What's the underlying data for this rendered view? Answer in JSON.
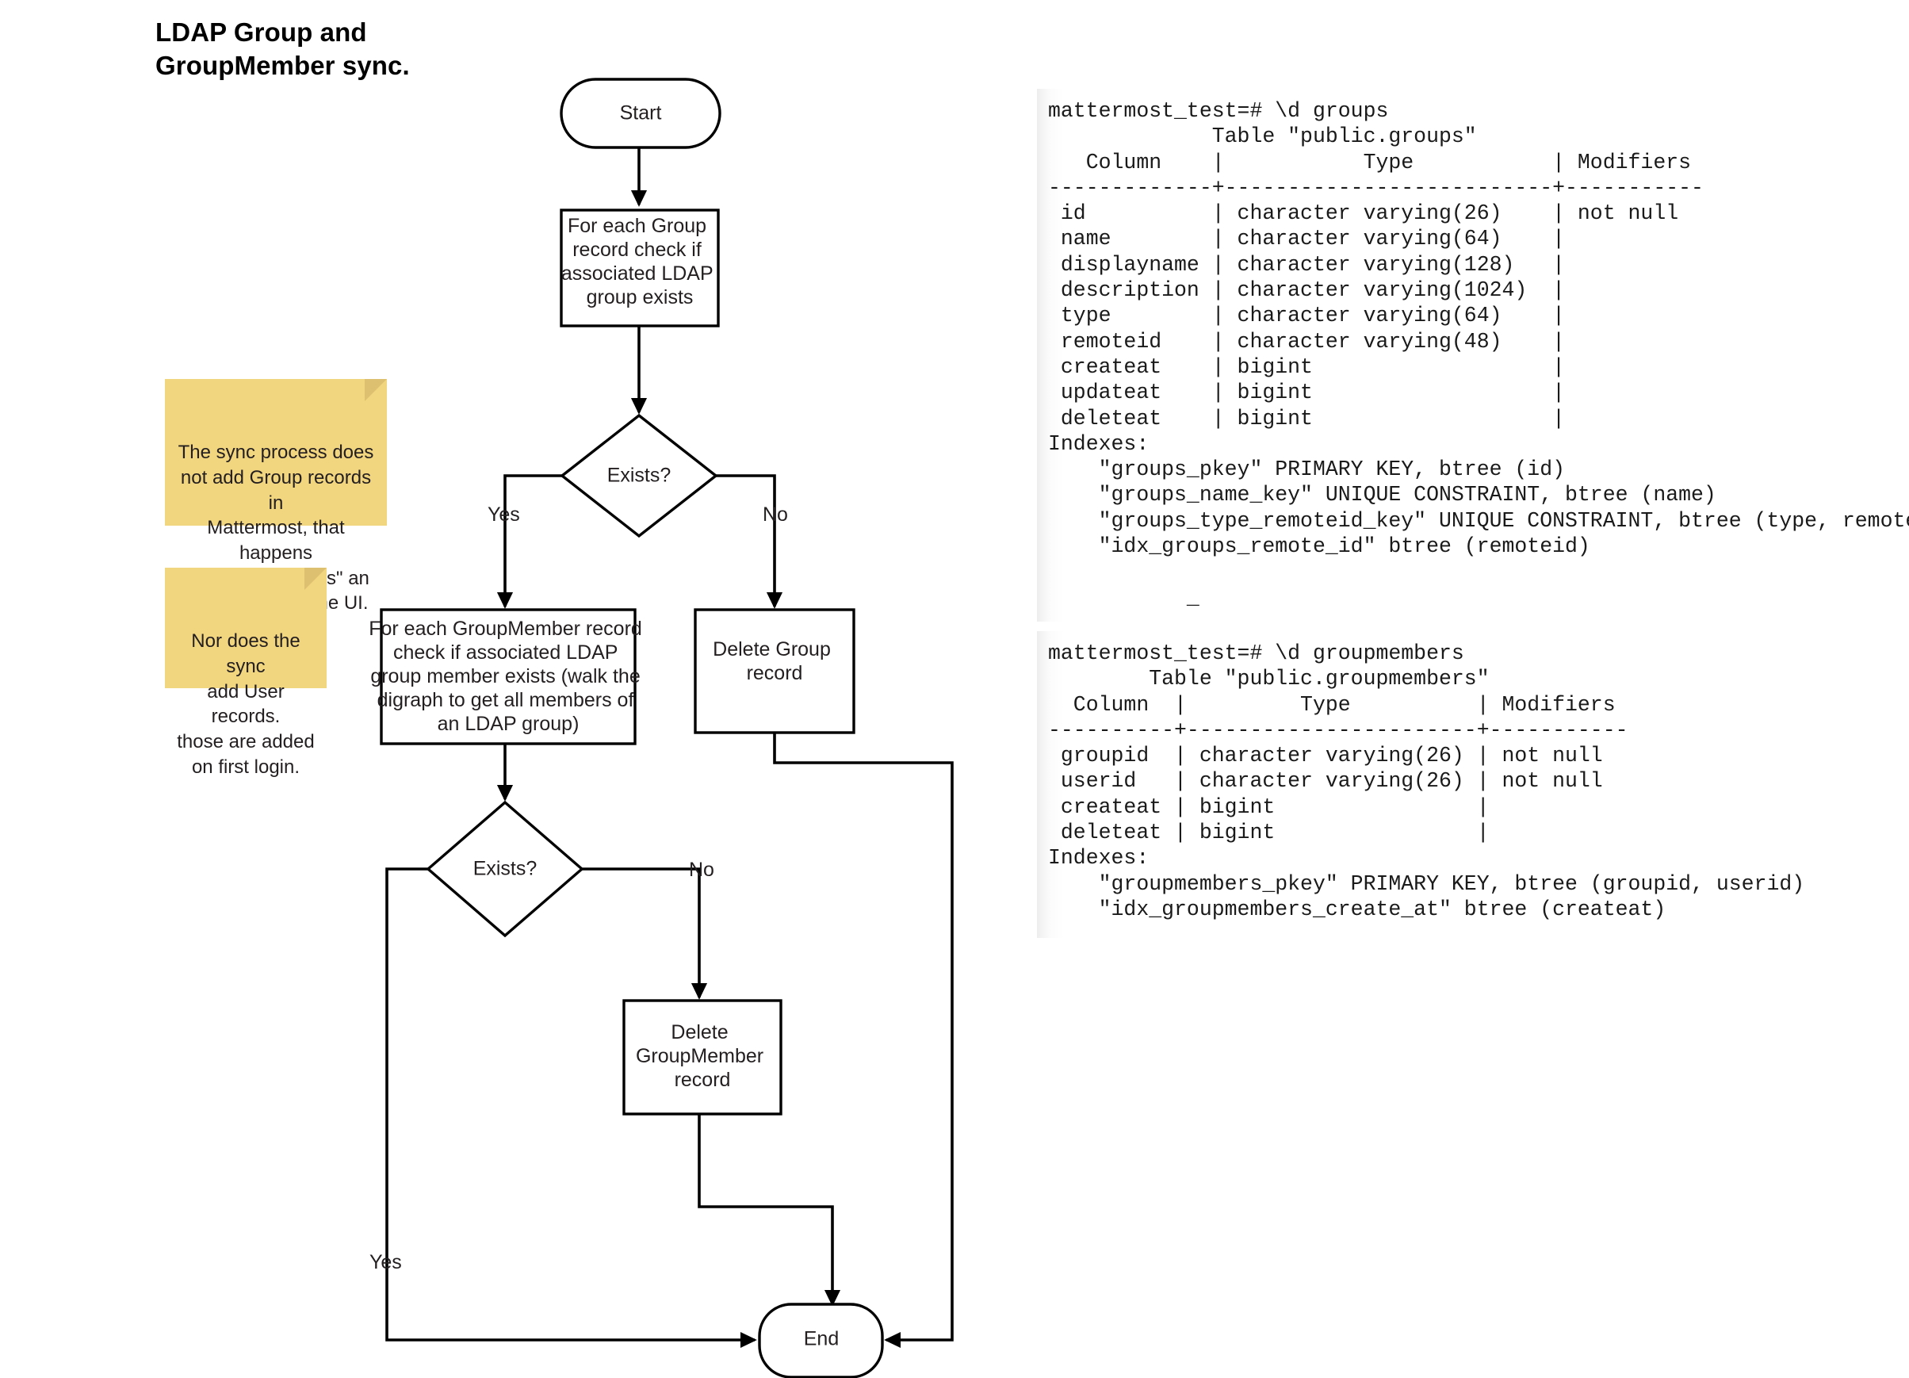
{
  "title": "LDAP Group and\nGroupMember sync.",
  "flowchart": {
    "nodes": {
      "start": "Start",
      "check_group": "For each Group\nrecord check if\nassociated LDAP\ngroup exists",
      "decision_group": "Exists?",
      "check_groupmember": "For each GroupMember record\ncheck if associated LDAP\ngroup member exists (walk the\ndigraph to get all members of\nan LDAP group)",
      "delete_group": "Delete Group\nrecord",
      "decision_groupmember": "Exists?",
      "delete_groupmember": "Delete\nGroupMember\nrecord",
      "end": "End"
    },
    "edge_labels": {
      "group_yes": "Yes",
      "group_no": "No",
      "groupmember_no": "No",
      "groupmember_yes": "Yes"
    }
  },
  "notes": [
    {
      "id": "note-1",
      "text": "The sync process does\nnot add Group records in\nMattermost, that happens\nwhen a user \"links\" an\nLDAP group in the UI."
    },
    {
      "id": "note-2",
      "text": "Nor does the sync\nadd User records.\nthose are added\non first login."
    }
  ],
  "terminals": [
    {
      "id": "terminal-groups",
      "text": "mattermost_test=# \\d groups\n             Table \"public.groups\"\n   Column    |           Type           | Modifiers\n-------------+--------------------------+-----------\n id          | character varying(26)    | not null\n name        | character varying(64)    |\n displayname | character varying(128)   |\n description | character varying(1024)  |\n type        | character varying(64)    |\n remoteid    | character varying(48)    |\n createat    | bigint                   |\n updateat    | bigint                   |\n deleteat    | bigint                   |\nIndexes:\n    \"groups_pkey\" PRIMARY KEY, btree (id)\n    \"groups_name_key\" UNIQUE CONSTRAINT, btree (name)\n    \"groups_type_remoteid_key\" UNIQUE CONSTRAINT, btree (type, remoteid)\n    \"idx_groups_remote_id\" btree (remoteid)\n\n           _"
    },
    {
      "id": "terminal-groupmembers",
      "text": "mattermost_test=# \\d groupmembers\n        Table \"public.groupmembers\"\n  Column  |         Type          | Modifiers\n----------+-----------------------+-----------\n groupid  | character varying(26) | not null\n userid   | character varying(26) | not null\n createat | bigint                |\n deleteat | bigint                |\nIndexes:\n    \"groupmembers_pkey\" PRIMARY KEY, btree (groupid, userid)\n    \"idx_groupmembers_create_at\" btree (createat)"
    }
  ],
  "colors": {
    "sticky_note": "#f2d57f",
    "sticky_fold": "#ddc070",
    "stroke": "#000000",
    "background": "#ffffff"
  }
}
